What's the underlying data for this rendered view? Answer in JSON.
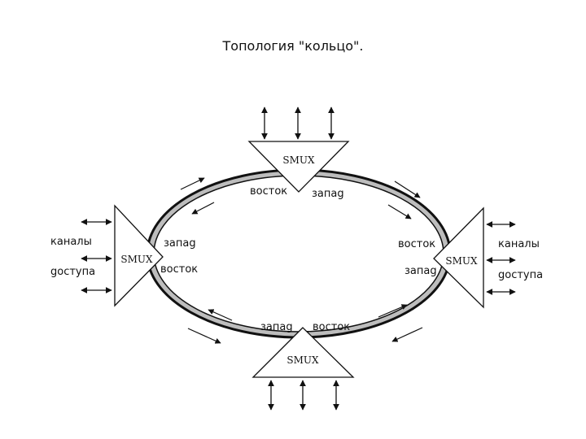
{
  "title": "Топология \"кольцо\".",
  "nodes": {
    "top": {
      "label": "SMUX",
      "east": "восток",
      "west": "запаg"
    },
    "left": {
      "label": "SMUX",
      "west": "запаg",
      "east": "восток"
    },
    "right": {
      "label": "SMUX",
      "east": "восток",
      "west": "запаg"
    },
    "bottom": {
      "label": "SMUX",
      "west": "запаg",
      "east": "восток"
    }
  },
  "access": {
    "left": {
      "line1": "каналы",
      "line2": "gocтупа"
    },
    "right": {
      "line1": "каналы",
      "line2": "gocтупа"
    }
  },
  "icons": {
    "arrows": "double-headed-arrow-icon",
    "flow": "direction-arrow-icon"
  },
  "colors": {
    "ring_fill": "#bdbdbd",
    "stroke": "#111111"
  }
}
